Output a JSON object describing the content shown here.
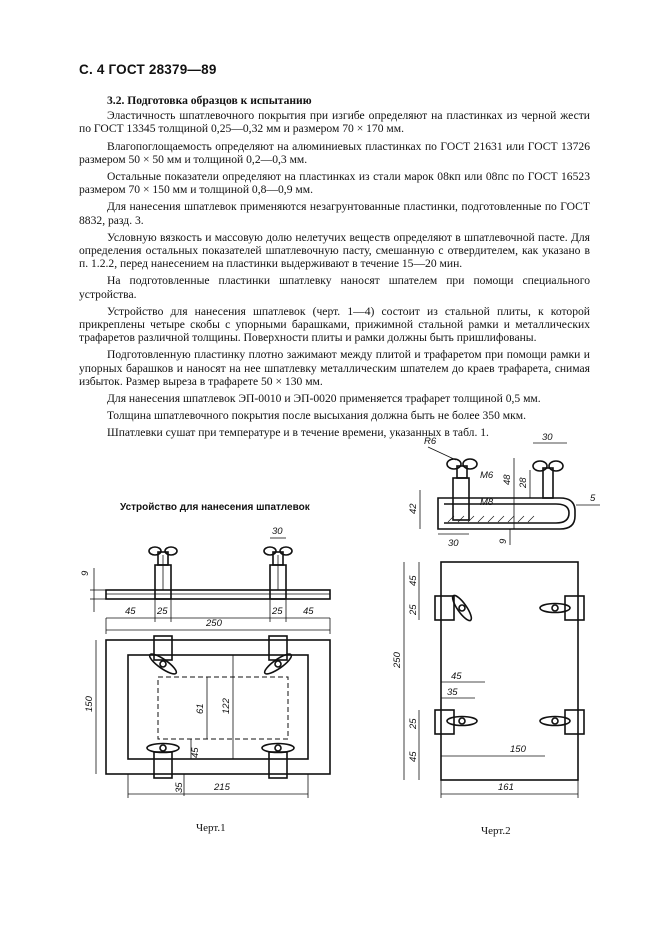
{
  "header": "С. 4 ГОСТ 28379—89",
  "section": {
    "heading": "3.2. Подготовка образцов к испытанию",
    "paragraphs": [
      "Эластичность шпатлевочного покрытия при изгибе определяют на пластинках из черной жести по ГОСТ 13345 толщиной 0,25—0,32 мм и размером 70 × 170 мм.",
      "Влагопоглощаемость определяют на алюминиевых пластинках по ГОСТ 21631 или ГОСТ 13726 размером 50 × 50 мм и толщиной 0,2—0,3 мм.",
      "Остальные показатели определяют на пластинках из стали марок 08кп или 08пс по ГОСТ 16523 размером 70 × 150 мм и толщиной 0,8—0,9 мм.",
      "Для нанесения шпатлевок применяются незагрунтованные пластинки, подготовленные по ГОСТ 8832, разд. 3.",
      "Условную вязкость и массовую долю нелетучих веществ определяют в шпатлевочной пасте. Для определения остальных показателей шпатлевочную пасту, смешанную с отвердителем, как указано в п. 1.2.2, перед нанесением на пластинки выдерживают в течение 15—20 мин.",
      "На подготовленные пластинки шпатлевку наносят шпателем при помощи специального устройства.",
      "Устройство для нанесения шпатлевок (черт. 1—4) состоит из стальной плиты, к которой прикреплены четыре скобы с упорными барашками, прижимной стальной рамки и металлических трафаретов различной толщины. Поверхности плиты и рамки должны быть пришлифованы.",
      "Подготовленную пластинку плотно зажимают между плитой и трафаретом при помощи рамки и упорных барашков и наносят на нее шпатлевку металлическим шпателем до краев трафарета, снимая избыток. Размер выреза в трафарете 50 × 130 мм.",
      "Для нанесения шпатлевок ЭП-0010 и ЭП-0020 применяется трафарет толщиной 0,5 мм.",
      "Толщина шпатлевочного покрытия после высыхания должна быть не более 350 мкм.",
      "Шпатлевки сушат при температуре и в течение времени, указанных в табл. 1."
    ]
  },
  "figure1": {
    "title": "Устройство для нанесения шпатлевок",
    "caption": "Черт.1",
    "dims": {
      "d9": "9",
      "d30": "30",
      "d45a": "45",
      "d25a": "25",
      "d25b": "25",
      "d45b": "45",
      "d250": "250",
      "d150": "150",
      "d61": "61",
      "d122": "122",
      "d45c": "45",
      "d35": "35",
      "d215": "215"
    }
  },
  "figure2": {
    "caption": "Черт.2",
    "dims": {
      "r6": "R6",
      "d30": "30",
      "m6": "M6",
      "m8": "M8",
      "d48": "48",
      "d28": "28",
      "d42": "42",
      "d5": "5",
      "d30b": "30",
      "d9": "9",
      "d45a": "45",
      "d25a": "25",
      "d250": "250",
      "d45b": "45",
      "d35": "35",
      "d25b": "25",
      "d45c": "45",
      "d150": "150",
      "d161": "161"
    }
  }
}
